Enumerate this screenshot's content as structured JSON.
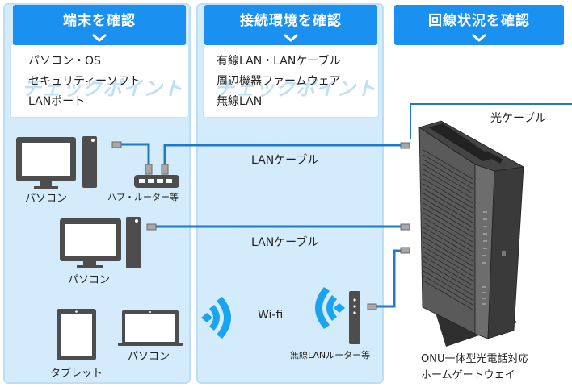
{
  "columns": [
    {
      "header": "端末を確認",
      "watermark": "チェックポイント",
      "items": [
        "パソコン・OS",
        "セキュリティーソフト",
        "LANポート"
      ]
    },
    {
      "header": "接続環境を確認",
      "watermark": "チェックポイント",
      "items": [
        "有線LAN・LANケーブル",
        "周辺機器ファームウェア",
        "無線LAN"
      ]
    },
    {
      "header": "回線状況を確認"
    }
  ],
  "devices": {
    "desktop_pc_1": "パソコン",
    "hub_router": "ハブ・ルーター等",
    "desktop_pc_2": "パソコン",
    "tablet": "タブレット",
    "laptop_pc": "パソコン",
    "wireless_router": "無線LANルーター等",
    "gateway_line1": "ONU一体型光電話対応",
    "gateway_line2": "ホームゲートウェイ"
  },
  "connections": {
    "lan_cable_1": "LANケーブル",
    "lan_cable_2": "LANケーブル",
    "wifi": "Wi-fi",
    "optical_cable": "光ケーブル"
  },
  "colors": {
    "header_blue": "#1a90f0",
    "panel_bg": "#d3ebfb",
    "cable_blue": "#1f7acb",
    "wifi_blue": "#1aa3ef",
    "device_dark": "#4d4d4d"
  }
}
